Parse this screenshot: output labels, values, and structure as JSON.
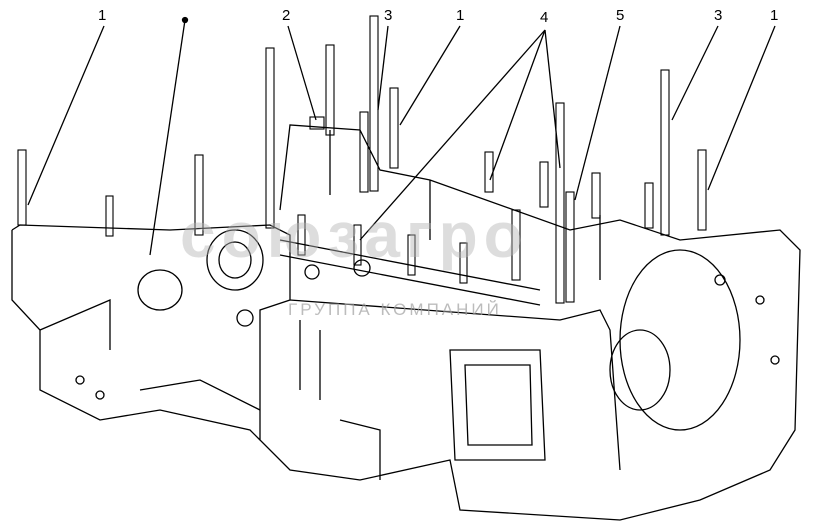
{
  "callouts": [
    {
      "label": "1"
    },
    {
      "label": "2"
    },
    {
      "label": "3"
    },
    {
      "label": "1"
    },
    {
      "label": "4"
    },
    {
      "label": "5"
    },
    {
      "label": "3"
    },
    {
      "label": "1"
    }
  ],
  "watermark": {
    "logo": "союзагро",
    "subtitle": "ГРУППА КОМПАНИЙ"
  }
}
